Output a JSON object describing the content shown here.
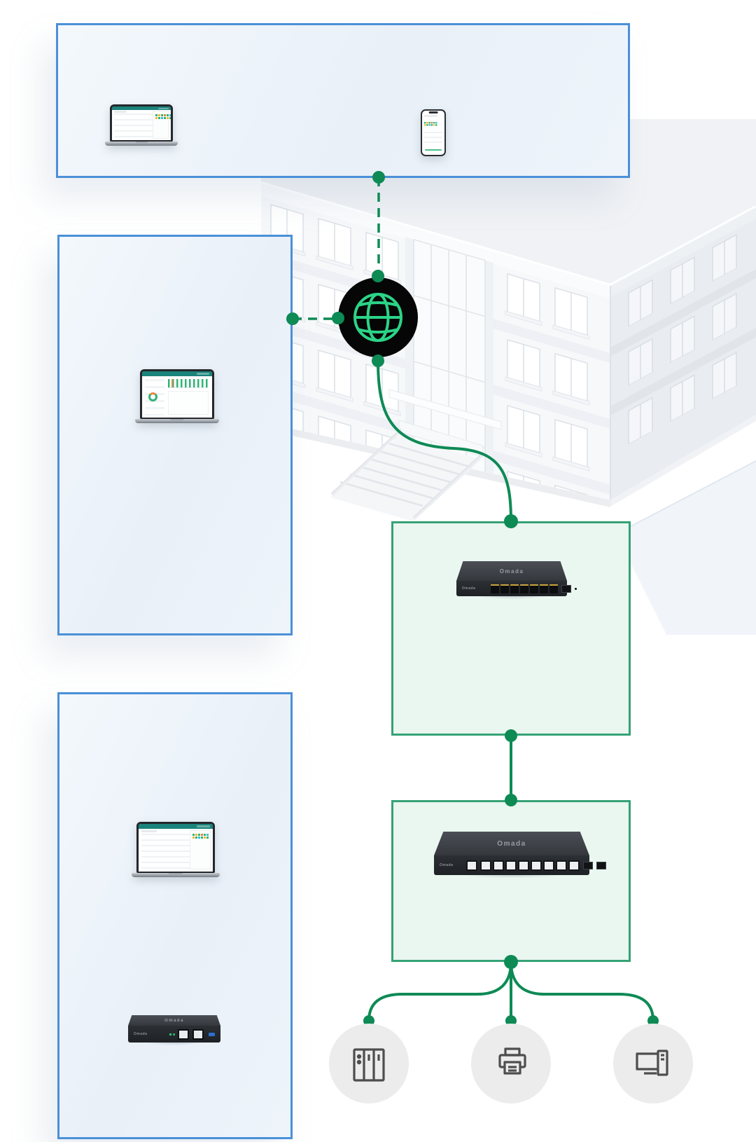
{
  "colors": {
    "panel_blue_border": "#4A90D8",
    "panel_green_border": "#35A276",
    "connector_green": "#0E8A55",
    "globe_glyph_green": "#2BD487",
    "globe_disc": "#060606",
    "endpoint_disc_fill": "#ECECEC",
    "endpoint_icon_stroke": "#4E4E4E",
    "screen_accent_teal": "#1A837B",
    "status_green": "#2BB673",
    "status_yellow": "#F2B53C",
    "status_orange": "#E8833A",
    "status_cyan": "#42B8D8"
  },
  "devices": {
    "gateway_logo": "Omada",
    "switch_logo": "Omada",
    "controller_logo": "Omada"
  },
  "icons": {
    "internet": "globe-icon",
    "endpoint_1": "server-rack-icon",
    "endpoint_2": "printer-icon",
    "endpoint_3": "desktop-pc-icon"
  },
  "structure": {
    "cloud_panel_devices": [
      "laptop-dashboard",
      "smartphone-app"
    ],
    "remote_panel_devices": [
      "laptop-dashboard"
    ],
    "local_controller_panel_devices": [
      "laptop-dashboard",
      "hardware-controller"
    ],
    "gateway_panel_devices": [
      "vpn-router"
    ],
    "switch_panel_devices": [
      "managed-switch"
    ],
    "connections": [
      "cloud-panel - internet (dashed)",
      "remote-panel - internet (dashed)",
      "internet - gateway (curve)",
      "gateway - switch",
      "switch - server-rack",
      "switch - printer",
      "switch - desktop-pc"
    ]
  }
}
